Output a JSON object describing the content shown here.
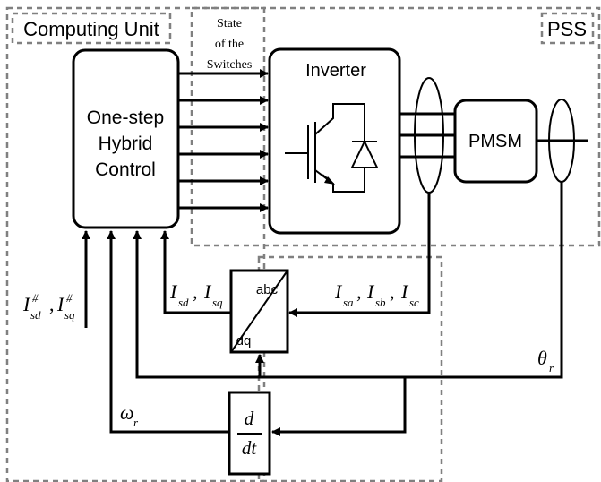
{
  "regions": {
    "computing_unit": "Computing Unit",
    "pss": "PSS"
  },
  "blocks": {
    "controller_line1": "One-step",
    "controller_line2": "Hybrid",
    "controller_line3": "Control",
    "inverter": "Inverter",
    "motor": "PMSM",
    "transform_top": "abc",
    "transform_bottom": "dq",
    "derivative_num": "d",
    "derivative_den": "dt"
  },
  "labels": {
    "switch_state_line1": "State",
    "switch_state_line2": "of the",
    "switch_state_line3": "Switches"
  },
  "signals": {
    "reference_currents": {
      "I1": "I",
      "sup1": "#",
      "sub1": "sd",
      "comma": ",",
      "I2": "I",
      "sup2": "#",
      "sub2": "sq"
    },
    "dq_currents": {
      "I1": "I",
      "sub1": "sd",
      "comma": ",",
      "I2": "I",
      "sub2": "sq"
    },
    "phase_currents": {
      "I1": "I",
      "sub1": "sa",
      "c1": ",",
      "I2": "I",
      "sub2": "sb",
      "c2": ",",
      "I3": "I",
      "sub3": "sc"
    },
    "rotor_angle": {
      "sym": "θ",
      "sub": "r"
    },
    "rotor_speed": {
      "sym": "ω",
      "sub": "r"
    }
  },
  "colors": {
    "line": "#000000",
    "region_border": "#808080",
    "background": "#ffffff"
  }
}
